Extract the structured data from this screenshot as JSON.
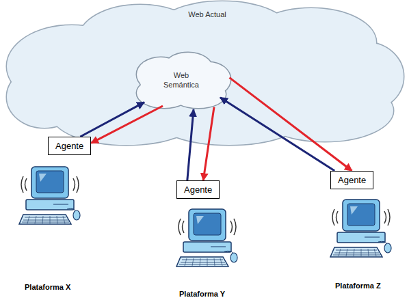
{
  "diagram": {
    "nodes": [
      {
        "text": [
          "Web Actual"
        ]
      },
      {
        "text": [
          "Web Semántica"
        ],
        "in": 0
      },
      {
        "text": [
          "Agente"
        ]
      },
      {
        "text": [
          "Agente"
        ]
      },
      {
        "text": [
          "Agente"
        ]
      }
    ],
    "edges": [
      {
        "from": 2,
        "to": 1,
        "arrow": "to"
      },
      {
        "from": 1,
        "to": 2,
        "arrow": "to"
      },
      {
        "from": 3,
        "to": 1,
        "arrow": "to"
      },
      {
        "from": 1,
        "to": 3,
        "arrow": "to"
      },
      {
        "from": 4,
        "to": 1,
        "arrow": "to"
      },
      {
        "from": 1,
        "to": 4,
        "arrow": "to"
      }
    ],
    "labels": [
      "Plataforma X",
      "Plataforma Y",
      "Plataforma Z"
    ]
  }
}
